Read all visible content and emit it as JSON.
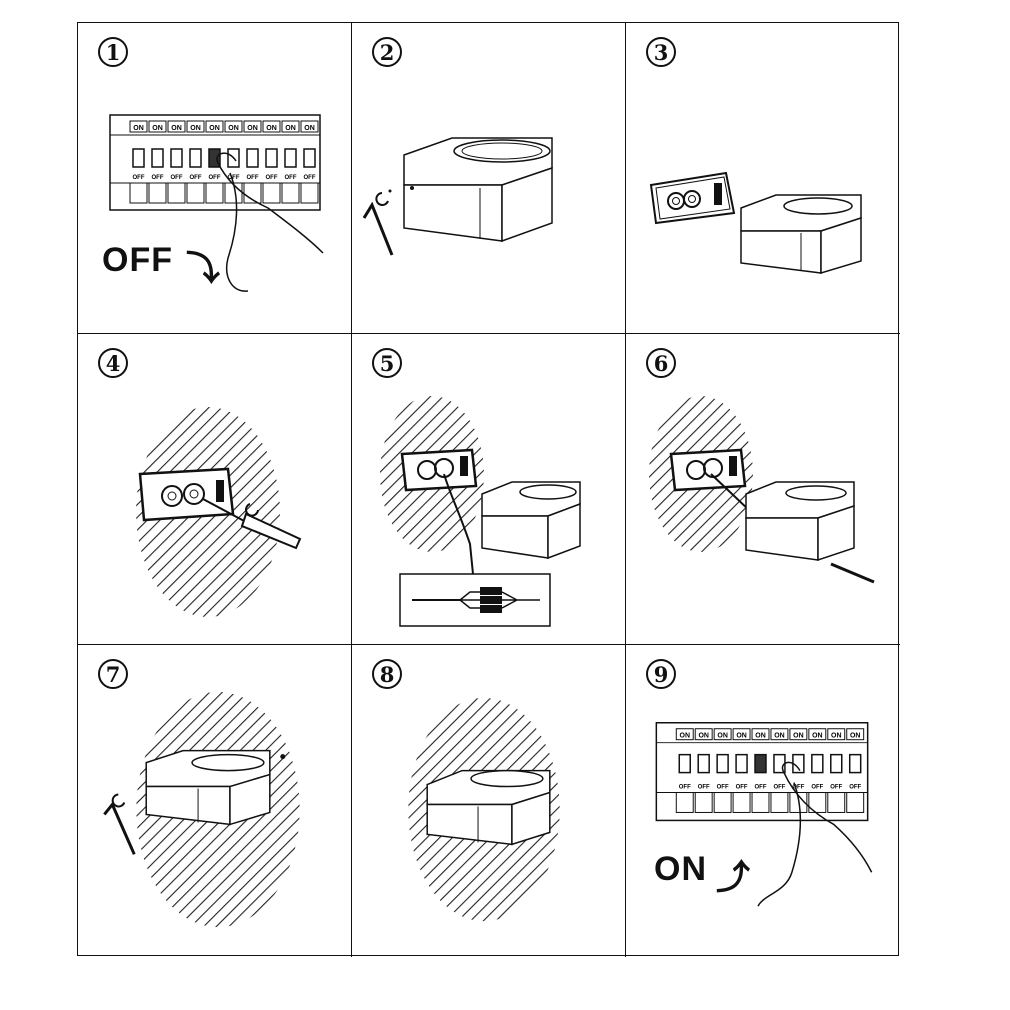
{
  "steps": [
    {
      "number": "1",
      "caption": "OFF",
      "arrow": "⤵"
    },
    {
      "number": "2"
    },
    {
      "number": "3"
    },
    {
      "number": "4"
    },
    {
      "number": "5"
    },
    {
      "number": "6"
    },
    {
      "number": "7"
    },
    {
      "number": "8"
    },
    {
      "number": "9",
      "caption": "ON",
      "arrow": "⤴"
    }
  ],
  "breaker": {
    "on_label": "ON",
    "off_label": "OFF",
    "count": 10
  }
}
